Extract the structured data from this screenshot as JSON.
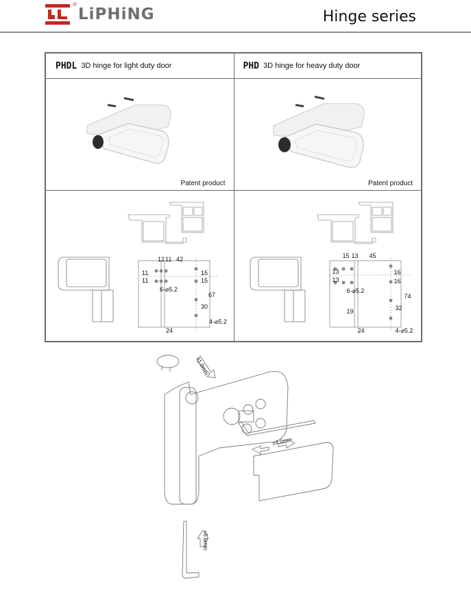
{
  "header": {
    "brand": "LiPHiNG",
    "registered_mark": "®",
    "title": "Hinge series",
    "logo_color": "#c8261f",
    "rule_color": "#8a8a8a"
  },
  "products": [
    {
      "code": "PHDL",
      "description": "3D hinge for light duty door",
      "photo_caption": "Patent product",
      "drawing": {
        "top_dims": [
          "12",
          "11",
          "42"
        ],
        "left_dims": [
          "11",
          "11"
        ],
        "right_dims": [
          "15",
          "15",
          "67",
          "30"
        ],
        "bottom_dim": "24",
        "hole_left": "6-⌀5.2",
        "hole_right": "4-⌀5.2",
        "center_label": ""
      }
    },
    {
      "code": "PHD",
      "description": "3D hinge for heavy duty door",
      "photo_caption": "Patent product",
      "drawing": {
        "top_dims": [
          "15",
          "13",
          "45"
        ],
        "left_dims": [
          "13",
          "13"
        ],
        "right_dims": [
          "16",
          "16",
          "74",
          "32"
        ],
        "bottom_dim": "24",
        "hole_left": "6-⌀5.2",
        "hole_right": "4-⌀5.2",
        "center_label": "19"
      }
    }
  ],
  "exploded_view": {
    "cap_adjust": "±1.0mm",
    "cover_adjust": "±4.0mm",
    "height_adjust": "+5.0mm"
  }
}
